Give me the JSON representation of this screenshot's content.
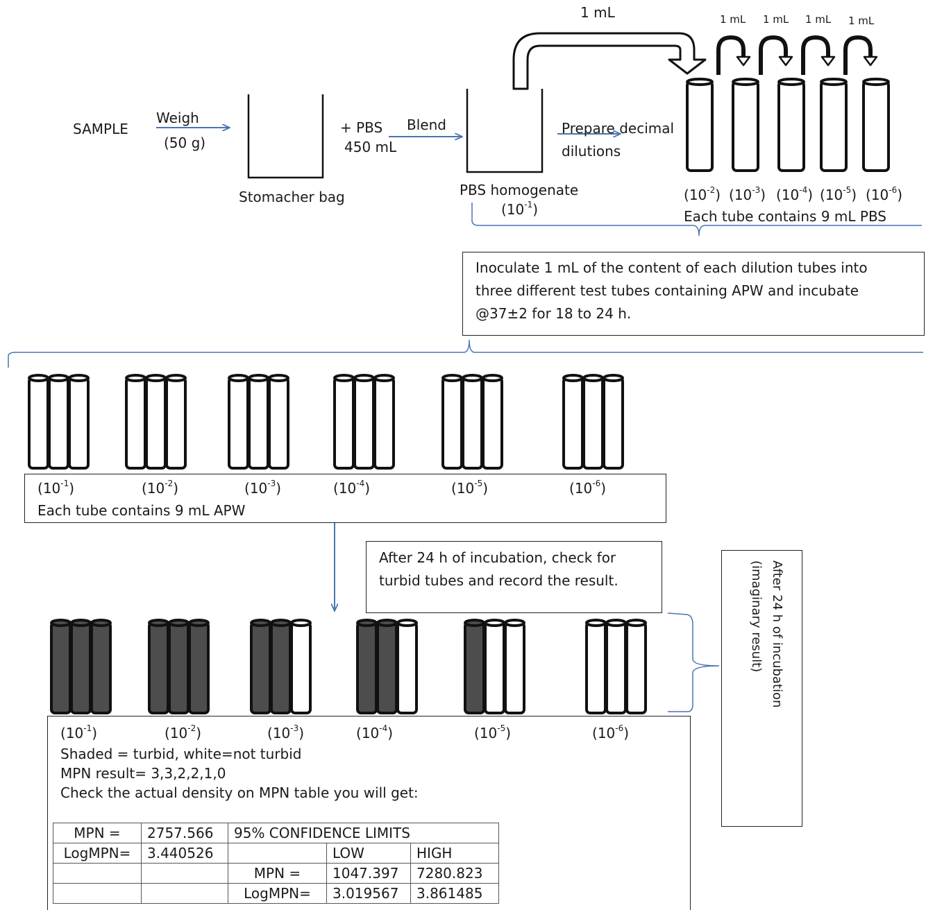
{
  "sample": "SAMPLE",
  "weigh": "Weigh",
  "weigh_amount": "(50 g)",
  "stomacher_label": "Stomacher bag",
  "add_pbs": "+ PBS",
  "add_pbs_volume": "450 mL",
  "blend": "Blend",
  "homogenate_label": "PBS homogenate",
  "homogenate_dilution": {
    "base": "10",
    "exp": "-1"
  },
  "prepare_line1": "Prepare decimal",
  "prepare_line2": "dilutions",
  "transfer_main": "1 mL",
  "transfer_small": [
    "1 mL",
    "1 mL",
    "1 mL",
    "1 mL"
  ],
  "top_dilutions": [
    {
      "base": "10",
      "exp": "-2"
    },
    {
      "base": "10",
      "exp": "-3"
    },
    {
      "base": "10",
      "exp": "-4"
    },
    {
      "base": "10",
      "exp": "-5"
    },
    {
      "base": "10",
      "exp": "-6"
    }
  ],
  "top_tube_note": "Each tube contains 9 mL PBS",
  "inoculate_lines": [
    "Inoculate 1 mL of the content of each dilution tubes into",
    "three different test tubes containing APW and incubate",
    "@37±2 for 18 to 24 h."
  ],
  "apw_dilutions": [
    {
      "base": "10",
      "exp": "-1"
    },
    {
      "base": "10",
      "exp": "-2"
    },
    {
      "base": "10",
      "exp": "-3"
    },
    {
      "base": "10",
      "exp": "-4"
    },
    {
      "base": "10",
      "exp": "-5"
    },
    {
      "base": "10",
      "exp": "-6"
    }
  ],
  "apw_note": "Each tube contains 9 mL APW",
  "after_check_lines": [
    "After 24 h of incubation, check for",
    "turbid tubes and record the result."
  ],
  "side_note_lines": [
    "After 24 h of incubation",
    "(imaginary result)"
  ],
  "turbid_counts": [
    3,
    3,
    2,
    2,
    1,
    0
  ],
  "result_dilutions": [
    {
      "base": "10",
      "exp": "-1"
    },
    {
      "base": "10",
      "exp": "-2"
    },
    {
      "base": "10",
      "exp": "-3"
    },
    {
      "base": "10",
      "exp": "-4"
    },
    {
      "base": "10",
      "exp": "-5"
    },
    {
      "base": "10",
      "exp": "-6"
    }
  ],
  "legend_line": "Shaded = turbid, white=not turbid",
  "mpn_result_line": "MPN result= 3,3,2,2,1,0",
  "check_line": "Check the actual density on MPN table you will get:",
  "mpn_table": [
    [
      "MPN =",
      "2757.566",
      "95% CONFIDENCE LIMITS",
      "",
      ""
    ],
    [
      "LogMPN=",
      "3.440526",
      "",
      "LOW",
      "HIGH"
    ],
    [
      "",
      "",
      "MPN =",
      "1047.397",
      "7280.823"
    ],
    [
      "",
      "",
      "LogMPN=",
      "3.019567",
      "3.861485"
    ]
  ],
  "colors": {
    "arrow": "#4a74b0",
    "turbid": "#4d4d4d",
    "line": "#111111"
  }
}
